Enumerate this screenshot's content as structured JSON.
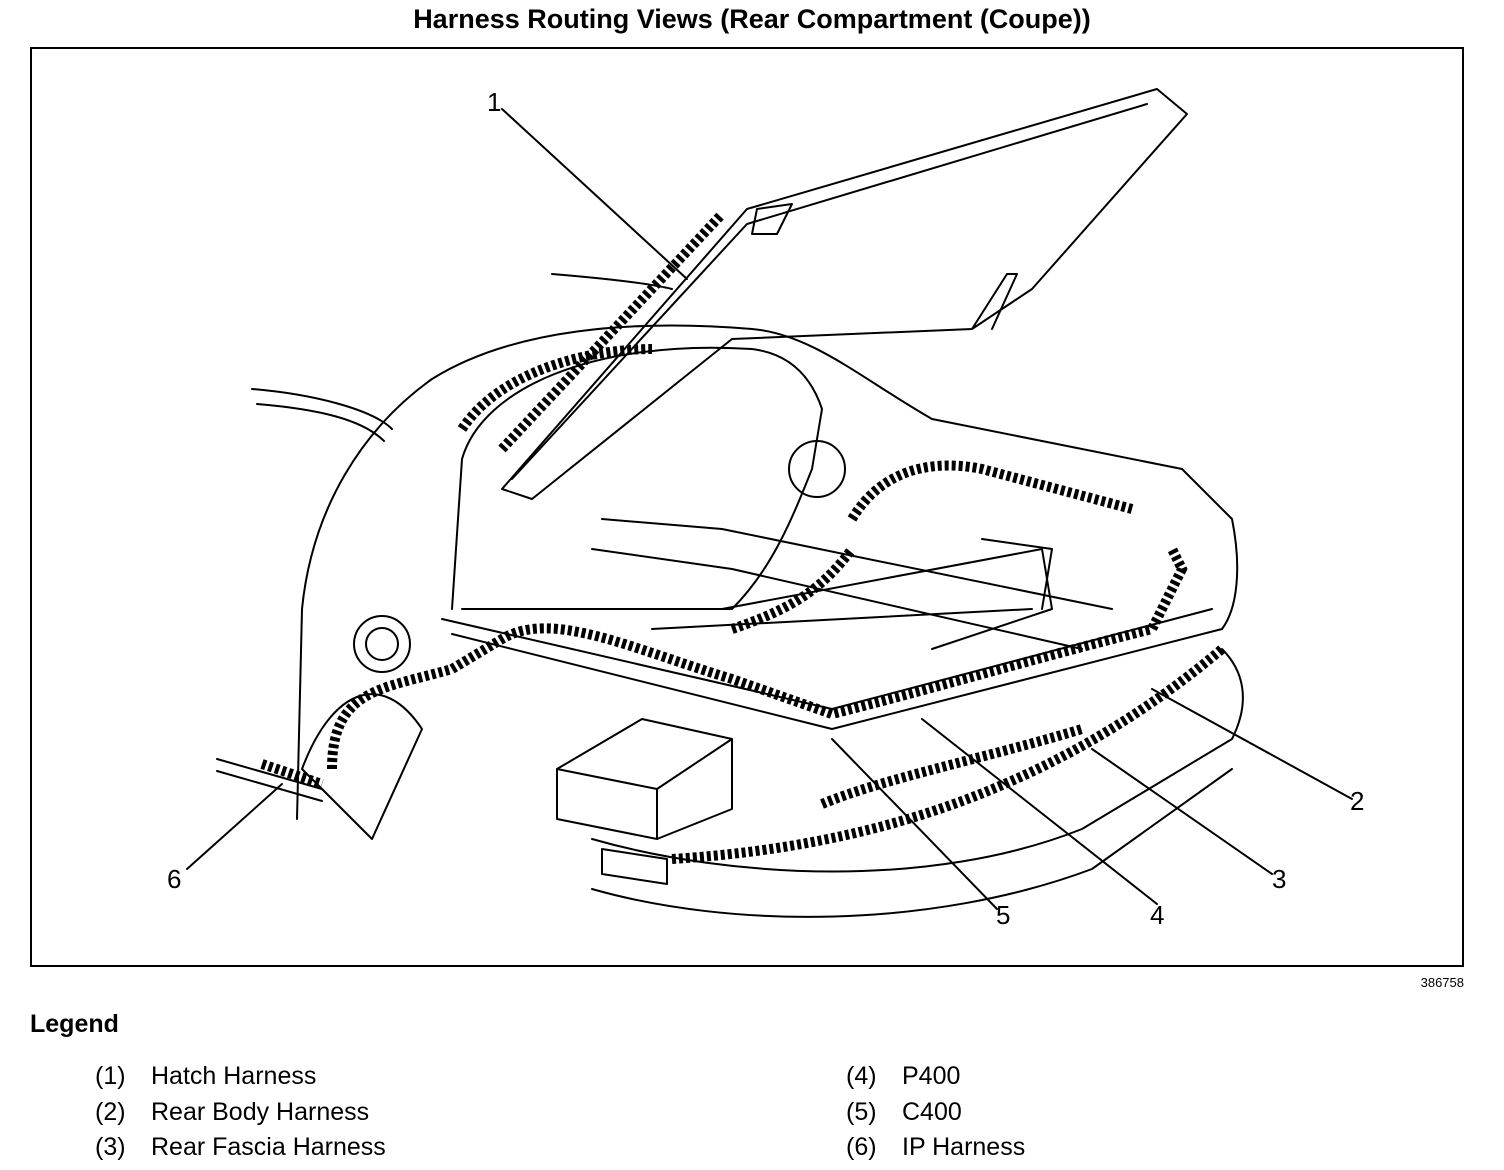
{
  "title": "Harness Routing Views (Rear Compartment (Coupe))",
  "figure_id": "386758",
  "callouts": [
    "1",
    "2",
    "3",
    "4",
    "5",
    "6"
  ],
  "legend": {
    "title": "Legend",
    "items": [
      {
        "num": "(1)",
        "label": "Hatch Harness"
      },
      {
        "num": "(2)",
        "label": "Rear Body Harness"
      },
      {
        "num": "(3)",
        "label": "Rear Fascia Harness"
      },
      {
        "num": "(4)",
        "label": "P400"
      },
      {
        "num": "(5)",
        "label": "C400"
      },
      {
        "num": "(6)",
        "label": "IP Harness"
      }
    ]
  }
}
